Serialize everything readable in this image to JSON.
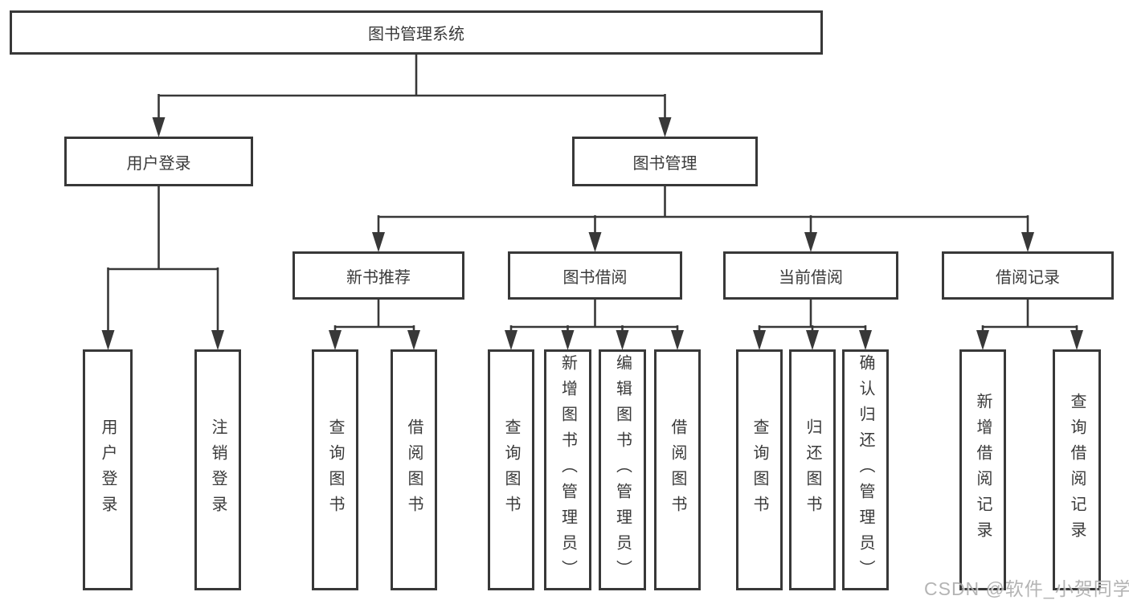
{
  "colors": {
    "line": "#383838",
    "box_border": "#383838",
    "box_bg": "#ffffff",
    "text": "#3a3a3a",
    "watermark": "#a8a8a8"
  },
  "watermark": {
    "text": "CSDN @软件_小贺同学"
  },
  "tree": {
    "label": "图书管理系统",
    "children": [
      {
        "label": "用户登录",
        "children": [
          {
            "label": "用户登录"
          },
          {
            "label": "注销登录"
          }
        ]
      },
      {
        "label": "图书管理",
        "children": [
          {
            "label": "新书推荐",
            "children": [
              {
                "label": "查询图书"
              },
              {
                "label": "借阅图书"
              }
            ]
          },
          {
            "label": "图书借阅",
            "children": [
              {
                "label": "查询图书"
              },
              {
                "label": "新增图书（管理员）"
              },
              {
                "label": "编辑图书（管理员）"
              },
              {
                "label": "借阅图书"
              }
            ]
          },
          {
            "label": "当前借阅",
            "children": [
              {
                "label": "查询图书"
              },
              {
                "label": "归还图书"
              },
              {
                "label": "确认归还（管理员）"
              }
            ]
          },
          {
            "label": "借阅记录",
            "children": [
              {
                "label": "新增借阅记录"
              },
              {
                "label": "查询借阅记录"
              }
            ]
          }
        ]
      }
    ]
  }
}
